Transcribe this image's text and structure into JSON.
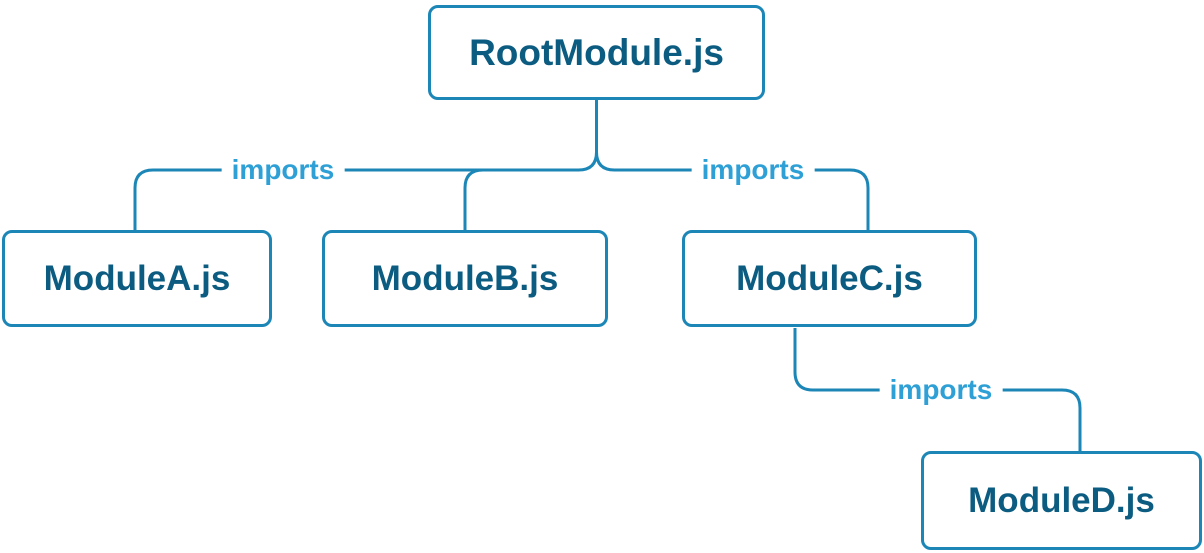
{
  "nodes": {
    "root": {
      "label": "RootModule.js"
    },
    "module_a": {
      "label": "ModuleA.js"
    },
    "module_b": {
      "label": "ModuleB.js"
    },
    "module_c": {
      "label": "ModuleC.js"
    },
    "module_d": {
      "label": "ModuleD.js"
    }
  },
  "edges": [
    {
      "from": "RootModule.js",
      "to": "ModuleA.js",
      "label": "imports"
    },
    {
      "from": "RootModule.js",
      "to": "ModuleB.js",
      "label": ""
    },
    {
      "from": "RootModule.js",
      "to": "ModuleC.js",
      "label": "imports"
    },
    {
      "from": "ModuleC.js",
      "to": "ModuleD.js",
      "label": "imports"
    }
  ],
  "colors": {
    "node_border": "#1c86b7",
    "node_text": "#0b5c80",
    "connector": "#1c86b7",
    "edge_label_text": "#2fa0d6",
    "background": "#ffffff"
  }
}
